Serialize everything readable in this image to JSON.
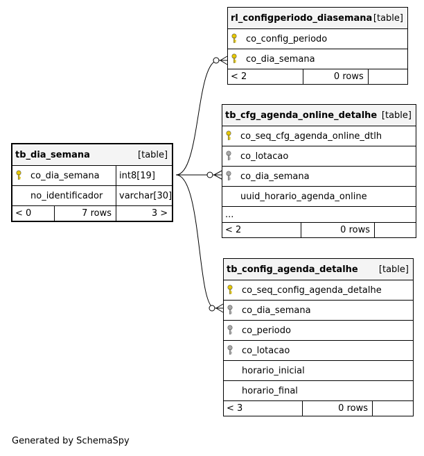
{
  "tables": {
    "main": {
      "name": "tb_dia_semana",
      "tag": "[table]",
      "columns": [
        {
          "name": "co_dia_semana",
          "type": "int8[19]",
          "key": "primary"
        },
        {
          "name": "no_identificador",
          "type": "varchar[30]",
          "key": "none"
        }
      ],
      "footer": {
        "left": "< 0",
        "mid": "7 rows",
        "right": "3 >"
      }
    },
    "rl": {
      "name": "rl_configperiodo_diasemana",
      "tag": "[table]",
      "columns": [
        {
          "name": "co_config_periodo",
          "key": "primary"
        },
        {
          "name": "co_dia_semana",
          "key": "primary"
        }
      ],
      "footer": {
        "left": "< 2",
        "mid": "0 rows"
      }
    },
    "cfg": {
      "name": "tb_cfg_agenda_online_detalhe",
      "tag": "[table]",
      "columns": [
        {
          "name": "co_seq_cfg_agenda_online_dtlh",
          "key": "primary"
        },
        {
          "name": "co_lotacao",
          "key": "foreign"
        },
        {
          "name": "co_dia_semana",
          "key": "foreign"
        },
        {
          "name": "uuid_horario_agenda_online",
          "key": "none"
        }
      ],
      "ellipsis": "...",
      "footer": {
        "left": "< 2",
        "mid": "0 rows"
      }
    },
    "det": {
      "name": "tb_config_agenda_detalhe",
      "tag": "[table]",
      "columns": [
        {
          "name": "co_seq_config_agenda_detalhe",
          "key": "primary"
        },
        {
          "name": "co_dia_semana",
          "key": "foreign"
        },
        {
          "name": "co_periodo",
          "key": "foreign"
        },
        {
          "name": "co_lotacao",
          "key": "foreign"
        },
        {
          "name": "horario_inicial",
          "key": "none"
        },
        {
          "name": "horario_final",
          "key": "none"
        }
      ],
      "footer": {
        "left": "< 3",
        "mid": "0 rows"
      }
    }
  },
  "colors": {
    "primary_key": "#e6c800",
    "foreign_key": "#a8a8a8",
    "header_bg": "#f4f4f4"
  },
  "footer_text": "Generated by SchemaSpy"
}
